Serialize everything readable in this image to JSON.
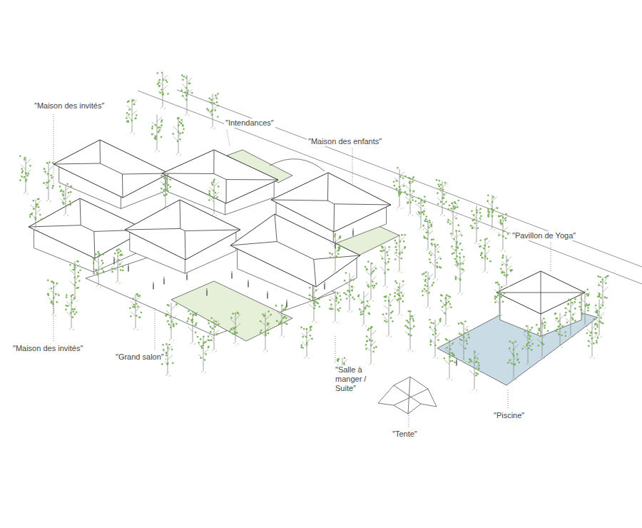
{
  "diagram": {
    "labels": [
      "″Maison des invités″",
      "″Intendances″",
      "″Maison des enfants″",
      "″Pavillon de Yoga″",
      "″Maison des invités″",
      "″Grand salon″",
      "″Salle à manger / Suite″",
      "″Tente″",
      "″Piscine″"
    ]
  }
}
